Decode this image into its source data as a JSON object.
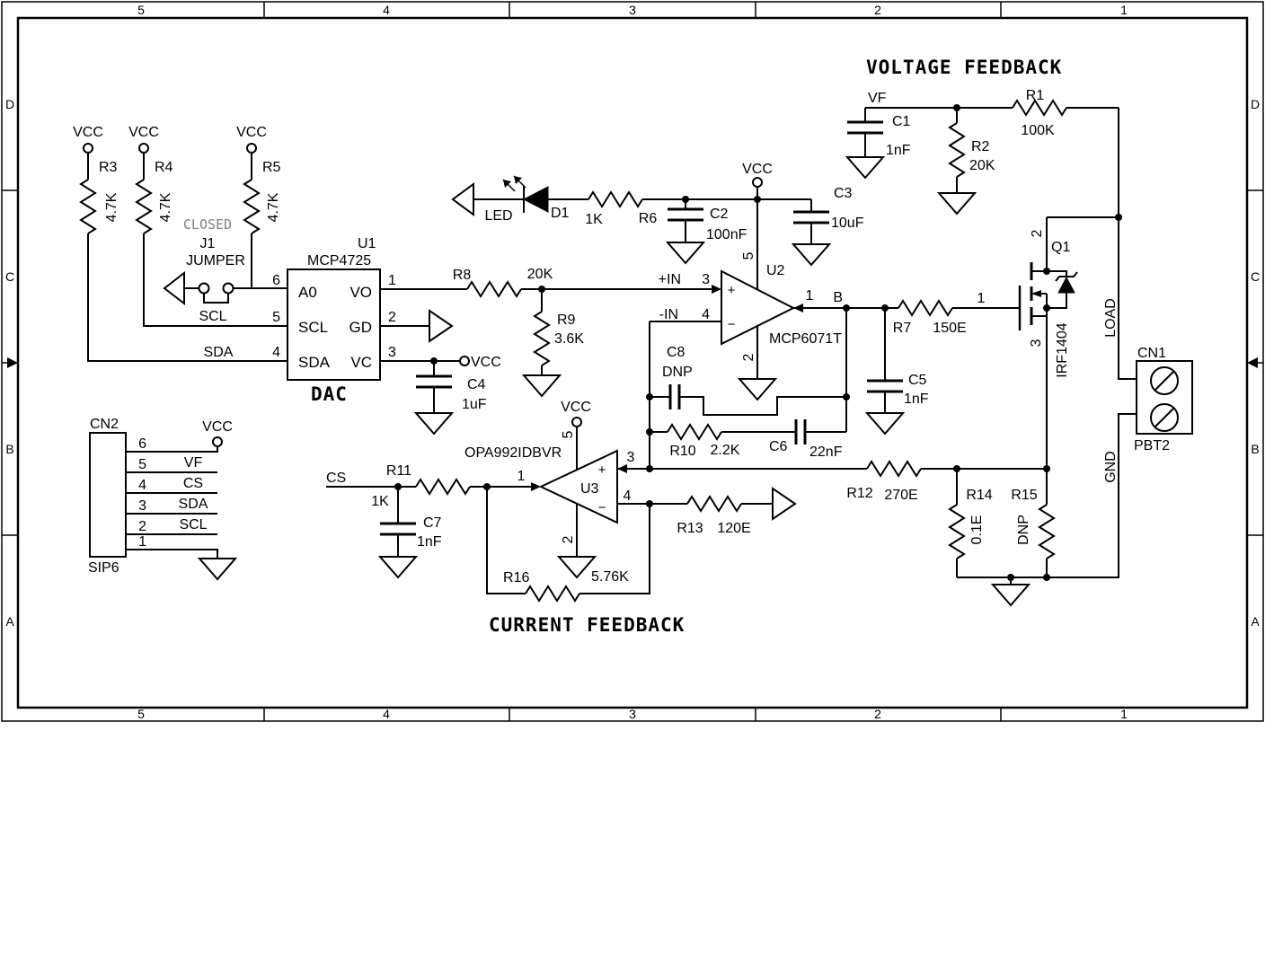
{
  "border": {
    "cols": [
      "5",
      "4",
      "3",
      "2",
      "1"
    ],
    "rows": [
      "D",
      "C",
      "B",
      "A"
    ]
  },
  "titles": {
    "voltage_feedback": "VOLTAGE FEEDBACK",
    "current_feedback": "CURRENT FEEDBACK"
  },
  "power": {
    "vcc": "VCC"
  },
  "nets": {
    "vf": "VF",
    "cs": "CS",
    "sda": "SDA",
    "scl": "SCL",
    "b": "B",
    "load": "LOAD",
    "gnd": "GND",
    "plus_in": "+IN",
    "minus_in": "-IN"
  },
  "resistors": {
    "r1": {
      "ref": "R1",
      "val": "100K"
    },
    "r2": {
      "ref": "R2",
      "val": "20K"
    },
    "r3": {
      "ref": "R3",
      "val": "4.7K"
    },
    "r4": {
      "ref": "R4",
      "val": "4.7K"
    },
    "r5": {
      "ref": "R5",
      "val": "4.7K"
    },
    "r6": {
      "ref": "R6",
      "val": "1K"
    },
    "r7": {
      "ref": "R7",
      "val": "150E"
    },
    "r8": {
      "ref": "R8",
      "val": "20K"
    },
    "r9": {
      "ref": "R9",
      "val": "3.6K"
    },
    "r10": {
      "ref": "R10",
      "val": "2.2K"
    },
    "r11": {
      "ref": "R11",
      "val": "1K"
    },
    "r12": {
      "ref": "R12",
      "val": "270E"
    },
    "r13": {
      "ref": "R13",
      "val": "120E"
    },
    "r14": {
      "ref": "R14",
      "val": "0.1E"
    },
    "r15": {
      "ref": "R15",
      "val": "DNP"
    },
    "r16": {
      "ref": "R16",
      "val": "5.76K"
    }
  },
  "capacitors": {
    "c1": {
      "ref": "C1",
      "val": "1nF"
    },
    "c2": {
      "ref": "C2",
      "val": "100nF"
    },
    "c3": {
      "ref": "C3",
      "val": "10uF"
    },
    "c4": {
      "ref": "C4",
      "val": "1uF"
    },
    "c5": {
      "ref": "C5",
      "val": "1nF"
    },
    "c6": {
      "ref": "C6",
      "val": "22nF"
    },
    "c7": {
      "ref": "C7",
      "val": "1nF"
    },
    "c8": {
      "ref": "C8",
      "val": "DNP"
    }
  },
  "diode": {
    "ref": "D1",
    "label": "LED"
  },
  "jumper": {
    "ref": "J1",
    "type": "JUMPER",
    "state": "CLOSED"
  },
  "u1": {
    "ref": "U1",
    "part": "MCP4725",
    "title": "DAC",
    "pin_names": {
      "a0": "A0",
      "scl": "SCL",
      "sda": "SDA",
      "vo": "VO",
      "gd": "GD",
      "vc": "VC"
    },
    "pin_nums": {
      "a0": "6",
      "scl": "5",
      "sda": "4",
      "vo": "1",
      "gd": "2",
      "vc": "3"
    }
  },
  "u2": {
    "ref": "U2",
    "part": "MCP6071T",
    "plus": "+",
    "minus": "−",
    "pins": {
      "out": "1",
      "inp": "3",
      "inn": "4",
      "vcc": "5",
      "gnd": "2"
    }
  },
  "u3": {
    "ref": "U3",
    "part": "OPA992IDBVR",
    "plus": "+",
    "minus": "−",
    "pins": {
      "out": "1",
      "inp": "3",
      "inn": "4",
      "vcc": "5",
      "gnd": "2"
    }
  },
  "q1": {
    "ref": "Q1",
    "part": "IRF1404",
    "pins": {
      "gate": "1",
      "drain": "2",
      "source": "3"
    }
  },
  "cn1": {
    "ref": "CN1",
    "part": "PBT2"
  },
  "cn2": {
    "ref": "CN2",
    "part": "SIP6",
    "pin_nums": [
      "6",
      "5",
      "4",
      "3",
      "2",
      "1"
    ],
    "pin_nets": [
      "VCC",
      "VF",
      "CS",
      "SDA",
      "SCL",
      ""
    ]
  }
}
